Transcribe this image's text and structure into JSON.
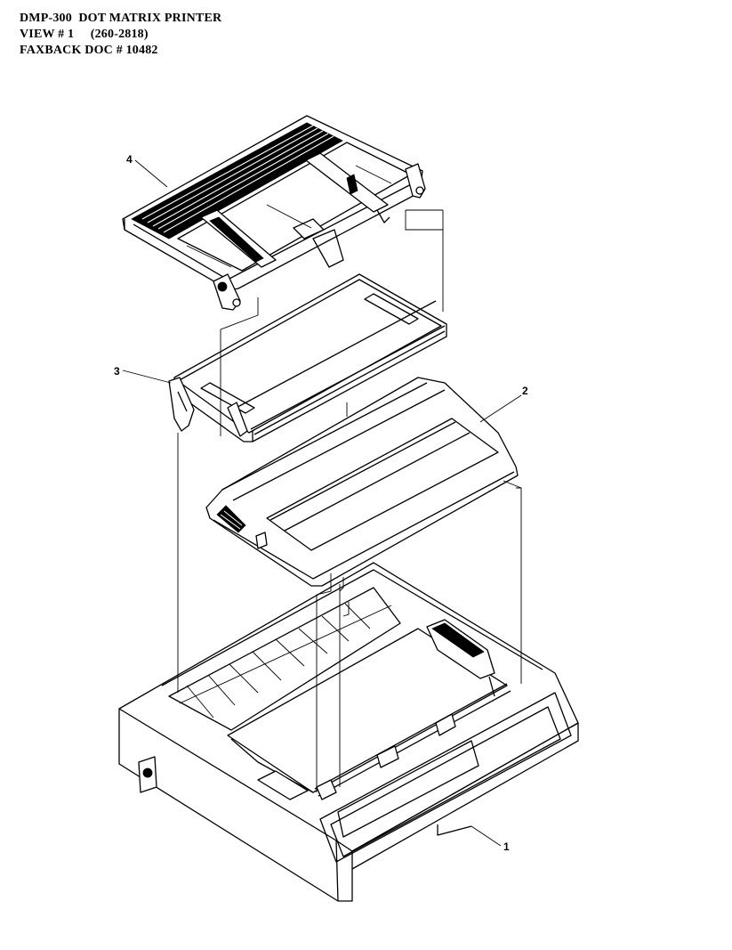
{
  "header": {
    "line1": "DMP-300  DOT MATRIX PRINTER",
    "line2": "VIEW # 1     (260-2818)",
    "line3": "FAXBACK DOC # 10482"
  },
  "callouts": {
    "c1": "1",
    "c2": "2",
    "c3": "3",
    "c4": "4"
  }
}
